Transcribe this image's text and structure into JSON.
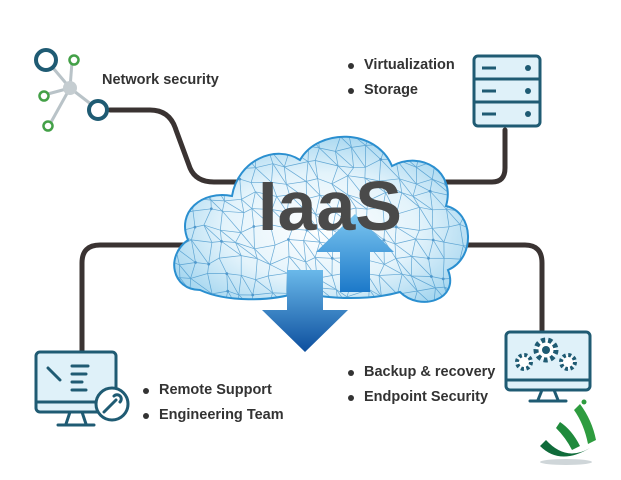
{
  "diagram": {
    "title": "IaaS",
    "network": {
      "label": "Network security"
    },
    "server": {
      "items": [
        "Virtualization",
        "Storage"
      ]
    },
    "computer": {
      "items": [
        "Remote Support",
        "Engineering Team"
      ]
    },
    "settings": {
      "items": [
        "Backup & recovery",
        "Endpoint Security"
      ]
    }
  },
  "colors": {
    "connector": "#3a3332",
    "icon_stroke": "#1f5b73",
    "icon_fill": "#dff1f9",
    "accent_green": "#43a047",
    "cloud_blue": "#1e88c9",
    "arrow_blue": "#1565c0",
    "text": "#333333"
  },
  "icons": [
    "network-icon",
    "server-icon",
    "computer-wrench-icon",
    "settings-gear-icon",
    "logo-icon"
  ]
}
